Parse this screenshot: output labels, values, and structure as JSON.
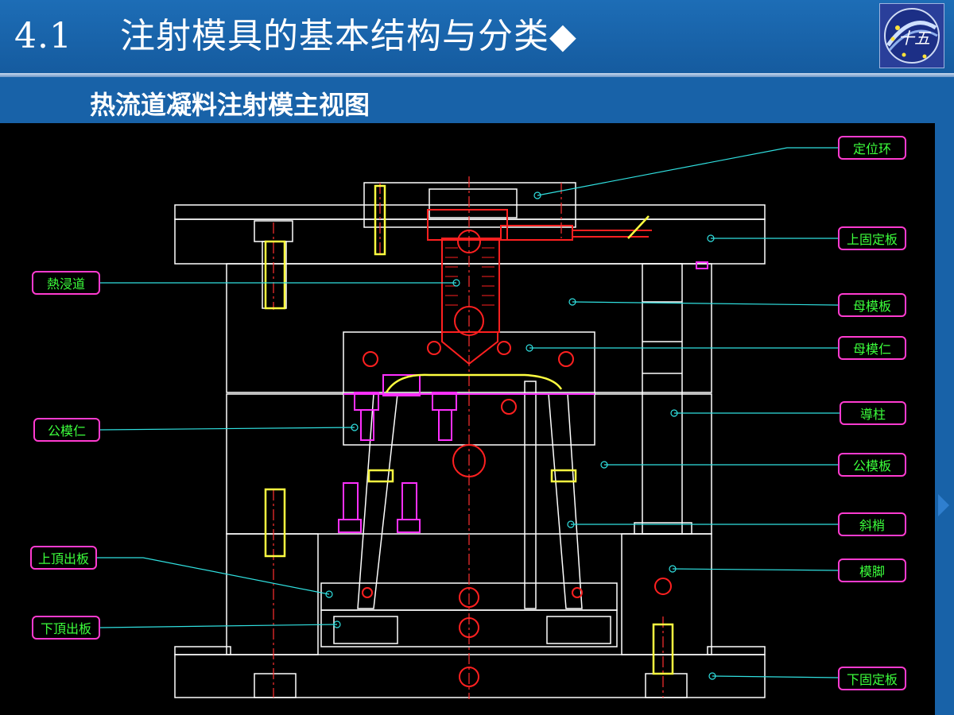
{
  "header": {
    "title": "4.1　 注射模具的基本结构与分类◆"
  },
  "logo": {
    "text": "十五"
  },
  "diagram": {
    "subtitle": "热流道凝料注射模主视图",
    "labels": {
      "positioning_ring": "定位环",
      "top_clamp_plate": "上固定板",
      "hot_runner": "熱浸道",
      "cavity_plate": "母模板",
      "cavity_insert": "母模仁",
      "guide_pillar": "導柱",
      "core_insert": "公模仁",
      "core_plate": "公模板",
      "angle_pin": "斜梢",
      "upper_ejector_plate": "上頂出板",
      "spacer_block": "模脚",
      "lower_ejector_plate": "下頂出板",
      "bottom_clamp_plate": "下固定板"
    },
    "colors": {
      "outline": "#ffffff",
      "hot_runner": "#ff2020",
      "centerline": "#ff3030",
      "screws": "#ff30ff",
      "highlight": "#ffff40",
      "leader": "#30e0e0",
      "label_text": "#3cff3c",
      "label_border": "#ff3bd0"
    }
  }
}
